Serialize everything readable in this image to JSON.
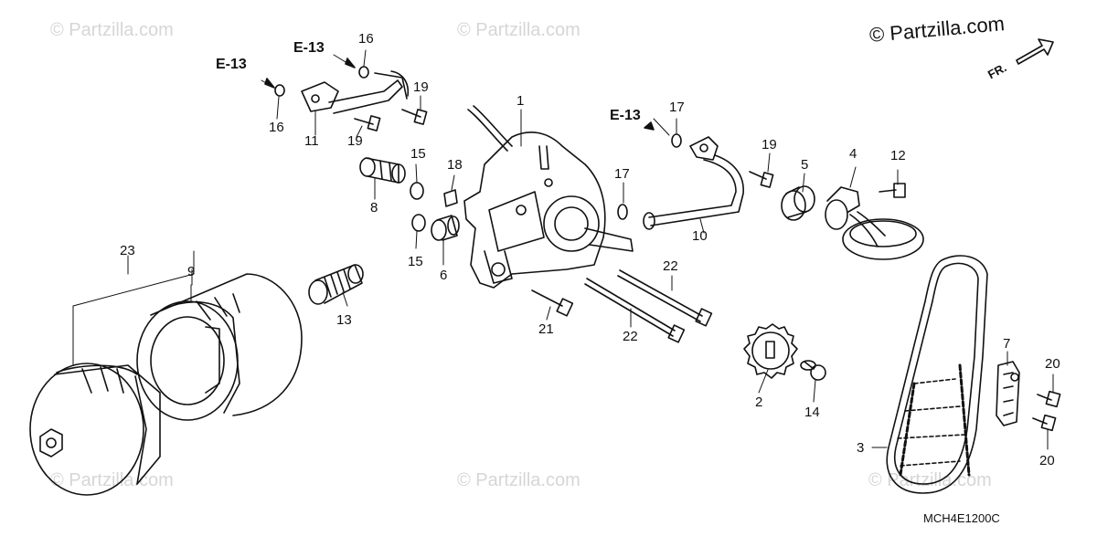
{
  "brand": "© Partzilla.com",
  "watermark": "© Partzilla.com",
  "diagram_code": "MCH4E1200C",
  "direction_label": "FR.",
  "ref_label": "E-13",
  "callouts": [
    "1",
    "2",
    "3",
    "4",
    "5",
    "6",
    "7",
    "8",
    "9",
    "10",
    "11",
    "12",
    "13",
    "14",
    "15",
    "16",
    "17",
    "18",
    "19",
    "20",
    "21",
    "22",
    "23"
  ]
}
